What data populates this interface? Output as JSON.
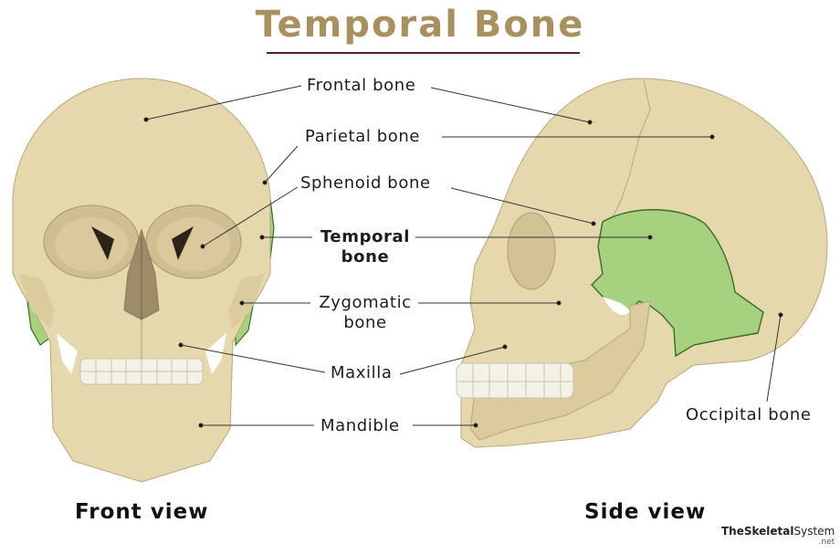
{
  "title": "Temporal Bone",
  "colors": {
    "title": "#a8915f",
    "title_rule": "#5a1f28",
    "bone": "#e6d8ad",
    "bone_shadow": "#c9b68a",
    "highlight": "#a6d17f",
    "highlight_outline": "#3d6b2a",
    "leader_line": "#333333"
  },
  "labels": {
    "frontal": "Frontal bone",
    "parietal": "Parietal bone",
    "sphenoid": "Sphenoid bone",
    "temporal_line1": "Temporal",
    "temporal_line2": "bone",
    "zygomatic_line1": "Zygomatic",
    "zygomatic_line2": "bone",
    "maxilla": "Maxilla",
    "mandible": "Mandible",
    "occipital": "Occipital bone"
  },
  "views": {
    "front": "Front view",
    "side": "Side view"
  },
  "brand": {
    "part1": "TheSkeletal",
    "part2": "System",
    "suffix": ".net"
  }
}
